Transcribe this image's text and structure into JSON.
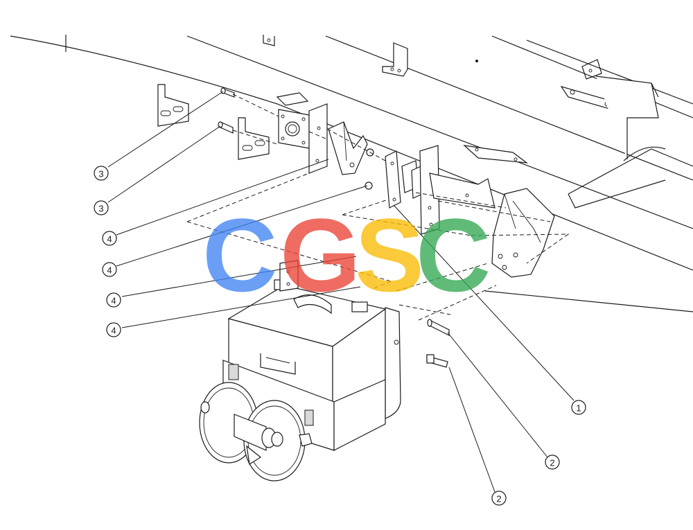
{
  "diagram": {
    "callouts": [
      {
        "label": "3"
      },
      {
        "label": "3"
      },
      {
        "label": "4"
      },
      {
        "label": "4"
      },
      {
        "label": "4"
      },
      {
        "label": "4"
      },
      {
        "label": "1"
      },
      {
        "label": "2"
      },
      {
        "label": "2"
      }
    ]
  },
  "watermark": {
    "letters": [
      "C",
      "G",
      "S",
      "C"
    ],
    "colors": [
      "#4285f4",
      "#ea4335",
      "#fbbc05",
      "#34a853"
    ]
  }
}
